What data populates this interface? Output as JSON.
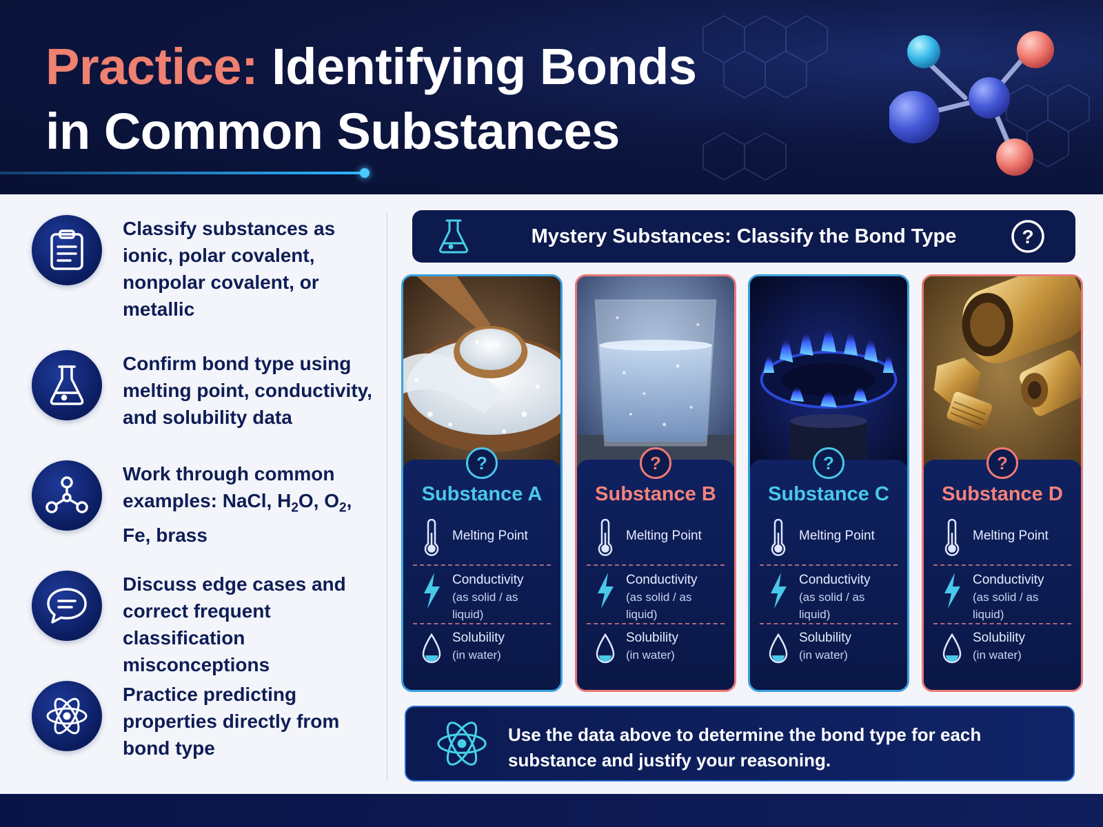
{
  "header": {
    "title_accent": "Practice:",
    "title_rest_1": " Identifying Bonds",
    "title_rest_2": "in Common Substances",
    "colors": {
      "accent": "#f08070",
      "background": "#0d1640",
      "line": "#2fb6ff"
    }
  },
  "objectives": [
    {
      "icon": "clipboard-icon",
      "text": "Classify substances as ionic, polar covalent, nonpolar covalent, or metallic"
    },
    {
      "icon": "flask-icon",
      "text": "Confirm bond type using melting point, conductivity, and solubility data"
    },
    {
      "icon": "molecule-icon",
      "text_html_parts": [
        "Work through common examples: NaCl, H",
        "2",
        "O, O",
        "2",
        ", Fe, brass"
      ]
    },
    {
      "icon": "speech-bubble-icon",
      "text": "Discuss edge cases and correct frequent classification misconceptions"
    },
    {
      "icon": "atom-icon",
      "text": "Practice predicting properties directly from bond type"
    }
  ],
  "banner": {
    "title": "Mystery Substances: Classify the Bond Type",
    "help_glyph": "?"
  },
  "cards": [
    {
      "name": "Substance A",
      "image": "salt crystals in wooden spoon",
      "accent": "#49c8ea",
      "theme": "blue"
    },
    {
      "name": "Substance B",
      "image": "glass of water",
      "accent": "#f4837a",
      "theme": "pink"
    },
    {
      "name": "Substance C",
      "image": "blue gas flame",
      "accent": "#49c8ea",
      "theme": "blue"
    },
    {
      "name": "Substance D",
      "image": "brass fittings",
      "accent": "#f4837a",
      "theme": "pink"
    }
  ],
  "properties": {
    "melting": "Melting Point",
    "conductivity": "Conductivity",
    "conductivity_sub": "(as solid / as liquid)",
    "solubility": "Solubility",
    "solubility_sub": "(in water)",
    "question_glyph": "?"
  },
  "footer": {
    "text": "Use the data above to determine the bond type for each substance and justify your reasoning."
  }
}
